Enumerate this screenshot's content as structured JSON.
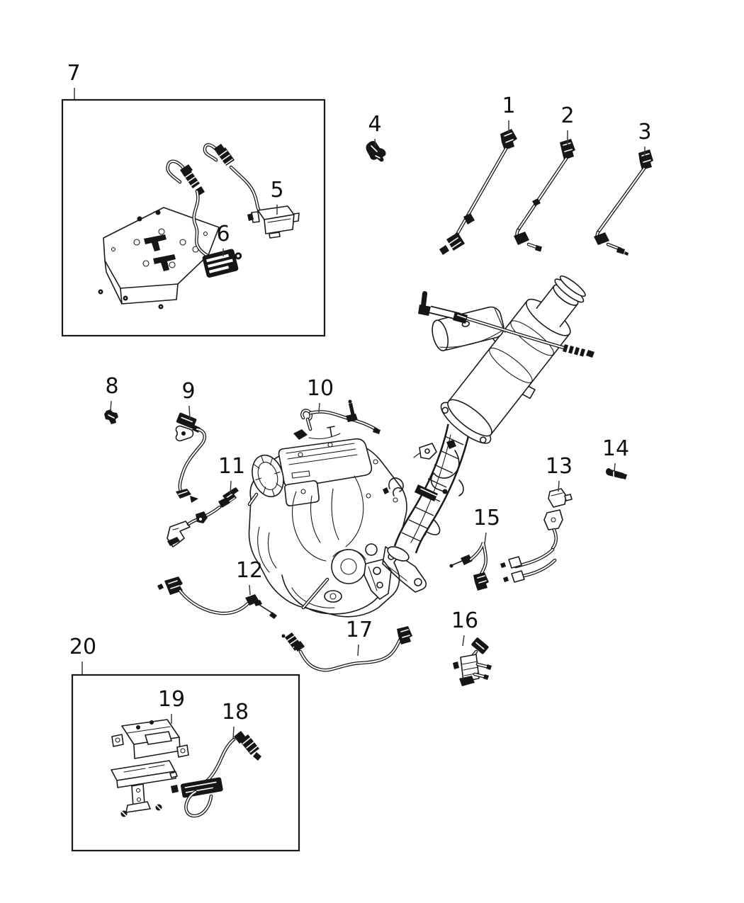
{
  "diagram": {
    "type": "exploded-parts-diagram",
    "subject": "Engine exhaust system sensors, modules and catalytic converter assembly",
    "background_color": "#ffffff",
    "line_color": "#1a1a1a",
    "leader_line_color": "#3a3a3a",
    "callout_text_color": "#101010",
    "callouts": [
      {
        "label": "1"
      },
      {
        "label": "2"
      },
      {
        "label": "3"
      },
      {
        "label": "4"
      },
      {
        "label": "5"
      },
      {
        "label": "6"
      },
      {
        "label": "7"
      },
      {
        "label": "8"
      },
      {
        "label": "9"
      },
      {
        "label": "10"
      },
      {
        "label": "11"
      },
      {
        "label": "12"
      },
      {
        "label": "13"
      },
      {
        "label": "14"
      },
      {
        "label": "15"
      },
      {
        "label": "16"
      },
      {
        "label": "17"
      },
      {
        "label": "18"
      },
      {
        "label": "19"
      },
      {
        "label": "20"
      }
    ],
    "group_boxes": [
      {
        "callout": "7"
      },
      {
        "callout": "20"
      }
    ]
  }
}
